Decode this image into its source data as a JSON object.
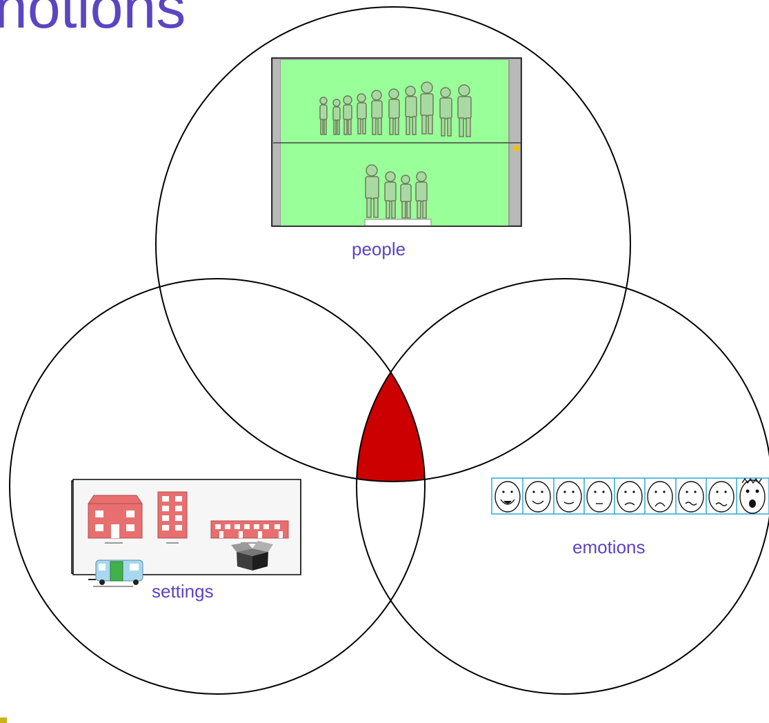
{
  "slide": {
    "title": "notions",
    "colors": {
      "text": "#5b45c2",
      "intersection": "#cc0000",
      "outline": "#000000",
      "accent": "#c9b21a"
    }
  },
  "diagram": {
    "type": "venn",
    "circles": [
      {
        "label": "people",
        "image": "people-figures-thumbnail"
      },
      {
        "label": "settings",
        "image": "buildings-thumbnail"
      },
      {
        "label": "emotions",
        "image": "faces-strip"
      }
    ],
    "highlight": "intersection of all three circles"
  }
}
